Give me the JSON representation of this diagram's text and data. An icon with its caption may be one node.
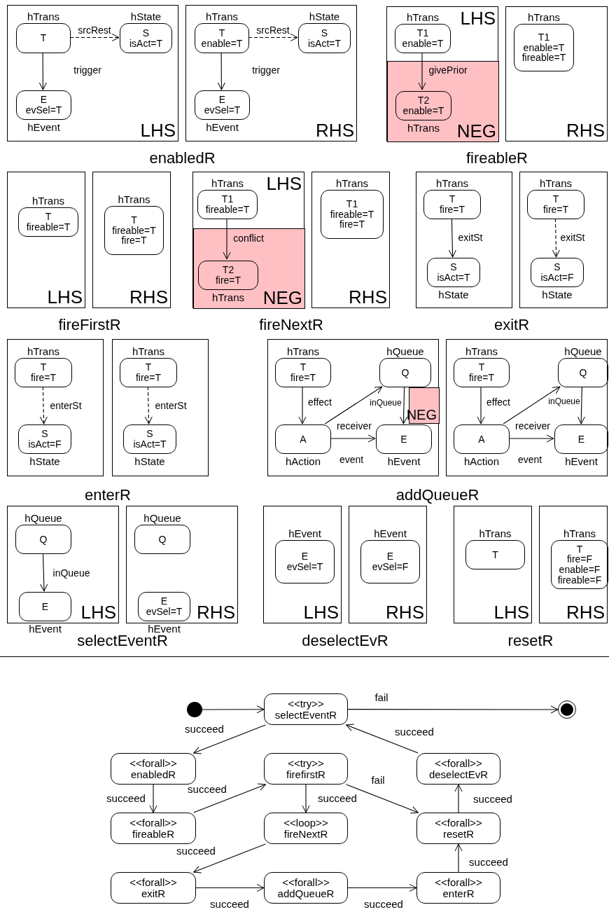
{
  "diagram": {
    "nodes": [
      {
        "text": [
          "enabledR"
        ]
      },
      {
        "text": [
          "LHS"
        ],
        "in": 0
      },
      {
        "text": [
          "hTrans",
          "T"
        ],
        "in": 1
      },
      {
        "text": [
          "hState",
          "S",
          "isAct=T"
        ],
        "in": 1
      },
      {
        "text": [
          "E",
          "evSel=T",
          "hEvent"
        ],
        "in": 1
      },
      {
        "text": [
          "RHS"
        ],
        "in": 0
      },
      {
        "text": [
          "hTrans",
          "T",
          "enable=T"
        ],
        "in": 5
      },
      {
        "text": [
          "hState",
          "S",
          "isAct=T"
        ],
        "in": 5
      },
      {
        "text": [
          "E",
          "evSel=T",
          "hEvent"
        ],
        "in": 5
      },
      {
        "text": [
          "fireableR"
        ]
      },
      {
        "text": [
          "LHS"
        ],
        "in": 9
      },
      {
        "text": [
          "hTrans",
          "T1",
          "enable=T"
        ],
        "in": 10
      },
      {
        "text": [
          "NEG"
        ],
        "in": 10
      },
      {
        "text": [
          "T2",
          "enable=T",
          "hTrans"
        ],
        "in": 12
      },
      {
        "text": [
          "RHS"
        ],
        "in": 9
      },
      {
        "text": [
          "hTrans",
          "T1",
          "enable=T",
          "fireable=T"
        ],
        "in": 14
      },
      {
        "text": [
          "fireFirstR"
        ]
      },
      {
        "text": [
          "LHS"
        ],
        "in": 16
      },
      {
        "text": [
          "hTrans",
          "T",
          "fireable=T"
        ],
        "in": 17
      },
      {
        "text": [
          "RHS"
        ],
        "in": 16
      },
      {
        "text": [
          "hTrans",
          "T",
          "fireable=T",
          "fire=T"
        ],
        "in": 19
      },
      {
        "text": [
          "fireNextR"
        ]
      },
      {
        "text": [
          "LHS"
        ],
        "in": 21
      },
      {
        "text": [
          "hTrans",
          "T1",
          "fireable=T"
        ],
        "in": 22
      },
      {
        "text": [
          "NEG"
        ],
        "in": 22
      },
      {
        "text": [
          "T2",
          "fire=T",
          "hTrans"
        ],
        "in": 24
      },
      {
        "text": [
          "RHS"
        ],
        "in": 21
      },
      {
        "text": [
          "hTrans",
          "T1",
          "fireable=T",
          "fire=T"
        ],
        "in": 26
      },
      {
        "text": [
          "exitR"
        ]
      },
      {
        "text": [],
        "shape": "box",
        "in": 28
      },
      {
        "text": [
          "hTrans",
          "T",
          "fire=T"
        ],
        "in": 29
      },
      {
        "text": [
          "S",
          "isAct=T",
          "hState"
        ],
        "in": 29
      },
      {
        "text": [],
        "shape": "box",
        "in": 28
      },
      {
        "text": [
          "hTrans",
          "T",
          "fire=T"
        ],
        "in": 32
      },
      {
        "text": [
          "S",
          "isAct=F",
          "hState"
        ],
        "in": 32
      },
      {
        "text": [
          "enterR"
        ]
      },
      {
        "text": [],
        "shape": "box",
        "in": 35
      },
      {
        "text": [
          "hTrans",
          "T",
          "fire=T"
        ],
        "in": 36
      },
      {
        "text": [
          "S",
          "isAct=F",
          "hState"
        ],
        "in": 36
      },
      {
        "text": [],
        "shape": "box",
        "in": 35
      },
      {
        "text": [
          "hTrans",
          "T",
          "fire=T"
        ],
        "in": 39
      },
      {
        "text": [
          "S",
          "isAct=T",
          "hState"
        ],
        "in": 39
      },
      {
        "text": [
          "addQueueR"
        ]
      },
      {
        "text": [],
        "shape": "box",
        "in": 42
      },
      {
        "text": [
          "hTrans",
          "T",
          "fire=T"
        ],
        "in": 43
      },
      {
        "text": [
          "hQueue",
          "Q"
        ],
        "in": 43
      },
      {
        "text": [
          "NEG"
        ],
        "in": 43
      },
      {
        "text": [
          "A",
          "hAction"
        ],
        "in": 43
      },
      {
        "text": [
          "E",
          "hEvent"
        ],
        "in": 43
      },
      {
        "text": [],
        "shape": "box",
        "in": 42
      },
      {
        "text": [
          "hTrans",
          "T",
          "fire=T"
        ],
        "in": 49
      },
      {
        "text": [
          "hQueue",
          "Q"
        ],
        "in": 49
      },
      {
        "text": [
          "A",
          "hAction"
        ],
        "in": 49
      },
      {
        "text": [
          "E",
          "hEvent"
        ],
        "in": 49
      },
      {
        "text": [
          "selectEventR"
        ]
      },
      {
        "text": [
          "LHS"
        ],
        "in": 54
      },
      {
        "text": [
          "hQueue",
          "Q"
        ],
        "in": 55
      },
      {
        "text": [
          "E",
          "hEvent"
        ],
        "in": 55
      },
      {
        "text": [
          "RHS"
        ],
        "in": 54
      },
      {
        "text": [
          "hQueue",
          "Q"
        ],
        "in": 58
      },
      {
        "text": [
          "E",
          "evSel=T",
          "hEvent"
        ],
        "in": 58
      },
      {
        "text": [
          "deselectEvR"
        ]
      },
      {
        "text": [
          "LHS"
        ],
        "in": 61
      },
      {
        "text": [
          "hEvent",
          "E",
          "evSel=T"
        ],
        "in": 62
      },
      {
        "text": [
          "RHS"
        ],
        "in": 61
      },
      {
        "text": [
          "hEvent",
          "E",
          "evSel=F"
        ],
        "in": 64
      },
      {
        "text": [
          "resetR"
        ]
      },
      {
        "text": [
          "LHS"
        ],
        "in": 66
      },
      {
        "text": [
          "hTrans",
          "T"
        ],
        "in": 67
      },
      {
        "text": [
          "RHS"
        ],
        "in": 66
      },
      {
        "text": [
          "hTrans",
          "T",
          "fire=F",
          "enable=F",
          "fireable=F"
        ],
        "in": 69
      },
      {
        "text": [],
        "shape": "circle"
      },
      {
        "text": [
          "<<try>>",
          "selectEventR"
        ]
      },
      {
        "text": [],
        "shape": "circle"
      },
      {
        "text": [
          "<<forall>>",
          "enabledR"
        ]
      },
      {
        "text": [
          "<<try>>",
          "firefirstR"
        ]
      },
      {
        "text": [
          "<<forall>>",
          "deselectEvR"
        ]
      },
      {
        "text": [
          "<<forall>>",
          "fireableR"
        ]
      },
      {
        "text": [
          "<<loop>>",
          "fireNextR"
        ]
      },
      {
        "text": [
          "<<forall>>",
          "resetR"
        ]
      },
      {
        "text": [
          "<<forall>>",
          "exitR"
        ]
      },
      {
        "text": [
          "<<forall>>",
          "addQueueR"
        ]
      },
      {
        "text": [
          "<<forall>>",
          "enterR"
        ]
      }
    ],
    "edges": [
      {
        "from": 2,
        "to": 3,
        "arrow": "to",
        "label": "srcRest",
        "style": "dashed"
      },
      {
        "from": 2,
        "to": 4,
        "arrow": "to",
        "label": "trigger"
      },
      {
        "from": 6,
        "to": 7,
        "arrow": "to",
        "label": "srcRest",
        "style": "dashed"
      },
      {
        "from": 6,
        "to": 8,
        "arrow": "to",
        "label": "trigger"
      },
      {
        "from": 11,
        "to": 13,
        "arrow": "to",
        "label": "givePrior"
      },
      {
        "from": 23,
        "to": 25,
        "arrow": "to",
        "label": "conflict"
      },
      {
        "from": 30,
        "to": 31,
        "arrow": "to",
        "label": "exitSt"
      },
      {
        "from": 33,
        "to": 34,
        "arrow": "to",
        "label": "exitSt",
        "style": "dashed"
      },
      {
        "from": 37,
        "to": 38,
        "arrow": "to",
        "label": "enterSt",
        "style": "dashed"
      },
      {
        "from": 40,
        "to": 41,
        "arrow": "to",
        "label": "enterSt",
        "style": "dashed"
      },
      {
        "from": 44,
        "to": 47,
        "arrow": "to",
        "label": "effect"
      },
      {
        "from": 47,
        "to": 45,
        "arrow": "to",
        "label": "receiver"
      },
      {
        "from": 47,
        "to": 48,
        "arrow": "to",
        "label": "event"
      },
      {
        "from": 45,
        "to": 48,
        "arrow": "to",
        "label": "inQueue"
      },
      {
        "from": 50,
        "to": 52,
        "arrow": "to",
        "label": "effect"
      },
      {
        "from": 52,
        "to": 51,
        "arrow": "to",
        "label": "receiver"
      },
      {
        "from": 52,
        "to": 53,
        "arrow": "to",
        "label": "event"
      },
      {
        "from": 51,
        "to": 53,
        "arrow": "to",
        "label": "inQueue"
      },
      {
        "from": 56,
        "to": 57,
        "arrow": "to",
        "label": "inQueue"
      },
      {
        "from": 71,
        "to": 72,
        "arrow": "to"
      },
      {
        "from": 72,
        "to": 73,
        "arrow": "to",
        "label": "fail"
      },
      {
        "from": 72,
        "to": 74,
        "arrow": "to",
        "label": "succeed"
      },
      {
        "from": 74,
        "to": 77,
        "arrow": "to",
        "label": "succeed"
      },
      {
        "from": 77,
        "to": 75,
        "arrow": "to",
        "label": "succeed"
      },
      {
        "from": 75,
        "to": 78,
        "arrow": "to",
        "label": "succeed"
      },
      {
        "from": 75,
        "to": 79,
        "arrow": "to",
        "label": "fail"
      },
      {
        "from": 78,
        "to": 80,
        "arrow": "to",
        "label": "succeed"
      },
      {
        "from": 80,
        "to": 81,
        "arrow": "to",
        "label": "succeed"
      },
      {
        "from": 81,
        "to": 82,
        "arrow": "to",
        "label": "succeed"
      },
      {
        "from": 82,
        "to": 79,
        "arrow": "to",
        "label": "succeed"
      },
      {
        "from": 79,
        "to": 76,
        "arrow": "to",
        "label": "succeed"
      },
      {
        "from": 76,
        "to": 72,
        "arrow": "to",
        "label": "succeed"
      }
    ]
  }
}
